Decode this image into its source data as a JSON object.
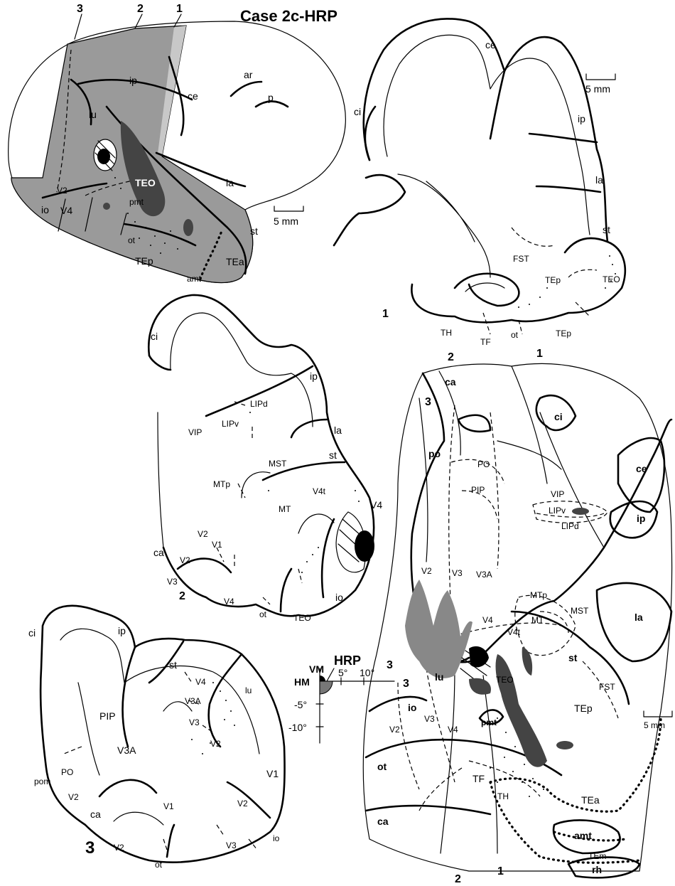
{
  "title": "Case 2c-HRP",
  "scale_bar": "5 mm",
  "section_numbers": {
    "s1": "1",
    "s2": "2",
    "s3": "3"
  },
  "lateral_view": {
    "section_line_labels": [
      "3",
      "2",
      "1"
    ],
    "sulci": [
      "ip",
      "ce",
      "ar",
      "p",
      "lu",
      "la",
      "io",
      "st",
      "ot",
      "amt",
      "pmt"
    ],
    "areas": [
      "TEO",
      "V2",
      "V4",
      "TEp",
      "TEa"
    ]
  },
  "section_1": {
    "labels": [
      "ce",
      "ci",
      "ip",
      "la",
      "st",
      "FST",
      "TEp",
      "TEO",
      "TH",
      "TF",
      "ot",
      "TEp"
    ]
  },
  "section_2": {
    "labels": [
      "ci",
      "ip",
      "LIPd",
      "LIPv",
      "VIP",
      "la",
      "st",
      "MST",
      "MTp",
      "MT",
      "V4t",
      "V4",
      "V2",
      "V1",
      "ca",
      "V2",
      "V3",
      "V4",
      "ot",
      "TEO",
      "io"
    ]
  },
  "section_3": {
    "labels": [
      "ci",
      "ip",
      "st",
      "V4",
      "lu",
      "V3A",
      "PIP",
      "V3A",
      "V3",
      "V2",
      "PO",
      "pom",
      "V2",
      "V1",
      "ca",
      "V2",
      "V1",
      "V2",
      "V3",
      "ot",
      "io"
    ]
  },
  "flat_map": {
    "section_line_labels": [
      "2",
      "1",
      "3",
      "3",
      "3",
      "2",
      "1"
    ],
    "sulci": [
      "ca",
      "ci",
      "ce",
      "po",
      "ip",
      "la",
      "lu",
      "st",
      "io",
      "pmt",
      "ot",
      "ca",
      "amt",
      "rh"
    ],
    "areas": [
      "PO",
      "PIP",
      "VIP",
      "LIPv",
      "LIPd",
      "V2",
      "V3",
      "V3A",
      "MTp",
      "MST",
      "MT",
      "V4",
      "V4t",
      "TEO",
      "FST",
      "TEp",
      "V3",
      "V2",
      "V4",
      "TF",
      "TH",
      "TEa",
      "TEm"
    ]
  },
  "visual_field_key": {
    "heading": "HRP",
    "vm": "VM",
    "hm": "HM",
    "ticks": [
      "5°",
      "10°",
      "-5°",
      "-10°"
    ]
  }
}
